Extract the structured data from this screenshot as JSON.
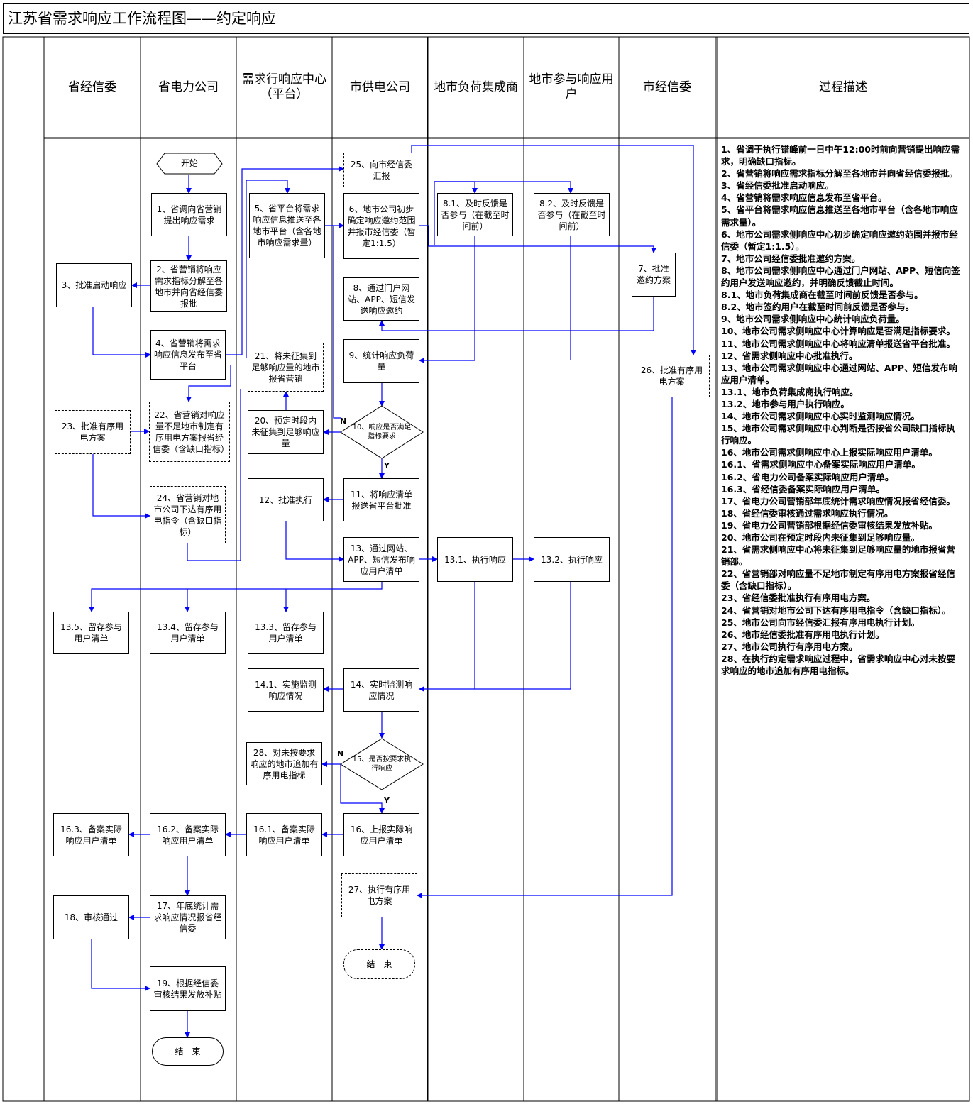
{
  "title": "江苏省需求响应工作流程图——约定响应",
  "lanes": [
    "省经信委",
    "省电力公司",
    "需求行响应中心（平台）",
    "市供电公司",
    "地市负荷集成商",
    "地市参与响应用户",
    "市经信委",
    "过程描述"
  ],
  "nodes": {
    "start": "开始",
    "n1": "1、省调向省营销提出响应需求",
    "n2": "2、省营销将响应需求指标分解至各地市并向省经信委报批",
    "n3": "3、批准启动响应",
    "n4": "4、省营销将需求响应信息发布至省平台",
    "n5": "5、省平台将需求响应信息推送至各地市平台（含各地市响应需求量）",
    "n6": "6、地市公司初步确定响应邀约范围并报市经信委（暂定1:1.5）",
    "n7": "7、批准邀约方案",
    "n81": "8.1、及时反馈是否参与（在截至时间前）",
    "n82": "8.2、及时反馈是否参与（在截至时间前）",
    "n8": "8、通过门户网站、APP、短信发送响应邀约",
    "n9": "9、统计响应负荷量",
    "n10": "10、响应是否满足指标要求",
    "n11": "11、将响应清单报送省平台批准",
    "n12": "12、批准执行",
    "n13": "13、通过网站、APP、短信发布响应用户清单",
    "n131": "13.1、执行响应",
    "n132": "13.2、执行响应",
    "n133": "13.3、留存参与用户清单",
    "n134": "13.4、留存参与用户清单",
    "n135": "13.5、留存参与用户清单",
    "n14": "14、实时监测响应情况",
    "n141": "14.1、实施监测响应情况",
    "n15": "15、是否按要求执行响应",
    "n16": "16、上报实际响应用户清单",
    "n161": "16.1、备案实际响应用户清单",
    "n162": "16.2、备案实际响应用户清单",
    "n163": "16.3、备案实际响应用户清单",
    "n17": "17、年底统计需求响应情况报省经信委",
    "n18": "18、审核通过",
    "n19": "19、根据经信委审核结果发放补贴",
    "n20": "20、预定时段内未征集到足够响应量",
    "n21": "21、将未征集到足够响应量的地市报省营销",
    "n22": "22、省营销对响应量不足地市制定有序用电方案报省经信委（含缺口指标）",
    "n23": "23、批准有序用电方案",
    "n24": "24、省营销对地市公司下达有序用电指令（含缺口指标）",
    "n25": "25、向市经信委汇报",
    "n26": "26、批准有序用电方案",
    "n27": "27、执行有序用电方案",
    "n28": "28、对未按要求响应的地市追加有序用电指标",
    "end1": "结　束",
    "end2": "结　束",
    "yes": "Y",
    "no": "N"
  },
  "description": [
    "1、省调于执行错峰前一日中午12:00时前向营销提出响应需求，明确缺口指标。",
    "2、省营销将响应需求指标分解至各地市并向省经信委报批。",
    "3、省经信委批准启动响应。",
    "4、省营销将需求响应信息发布至省平台。",
    "5、省平台将需求响应信息推送至各地市平台（含各地市响应需求量）。",
    "6、地市公司需求侧响应中心初步确定响应邀约范围并报市经信委（暂定1:1.5）。",
    "7、地市公司经信委批准邀约方案。",
    "8、地市公司需求侧响应中心通过门户网站、APP、短信向签约用户发送响应邀约，并明确反馈截止时间。",
    "8.1、地市负荷集成商在截至时间前反馈是否参与。",
    "8.2、地市签约用户在截至时间前反馈是否参与。",
    "9、地市公司需求侧响应中心统计响应负荷量。",
    "10、地市公司需求侧响应中心计算响应是否满足指标要求。",
    "11、地市公司需求侧响应中心将响应清单报送省平台批准。",
    "12、省需求侧响应中心批准执行。",
    "13、地市公司需求侧响应中心通过网站、APP、短信发布响应用户清单。",
    "13.1、地市负荷集成商执行响应。",
    "13.2、地市参与用户执行响应。",
    "14、地市公司需求侧响应中心实时监测响应情况。",
    "15、地市公司需求侧响应中心判断是否按省公司缺口指标执行响应。",
    "16、地市公司需求侧响应中心上报实际响应用户清单。",
    "16.1、省需求侧响应中心备案实际响应用户清单。",
    "16.2、省电力公司备案实际响应用户清单。",
    "16.3、省经信委备案实际响应用户清单。",
    "17、省电力公司营销部年底统计需求响应情况报省经信委。",
    "18、省经信委审核通过需求响应执行情况。",
    "19、省电力公司营销部根据经信委审核结果发放补贴。",
    "20、地市公司在预定时段内未征集到足够响应量。",
    "21、省需求侧响应中心将未征集到足够响应量的地市报省营销部。",
    "22、省营销部对响应量不足地市制定有序用电方案报省经信委（含缺口指标）。",
    "23、省经信委批准执行有序用电方案。",
    "24、省营销对地市公司下达有序用电指令（含缺口指标）。",
    "25、地市公司向市经信委汇报有序用电执行计划。",
    "26、地市经信委批准有序用电执行计划。",
    "27、地市公司执行有序用电方案。",
    "28、在执行约定需求响应过程中，省需求响应中心对未按要求响应的地市追加有序用电指标。"
  ],
  "colors": {
    "arrow": "#0000ff",
    "border": "#000000"
  }
}
